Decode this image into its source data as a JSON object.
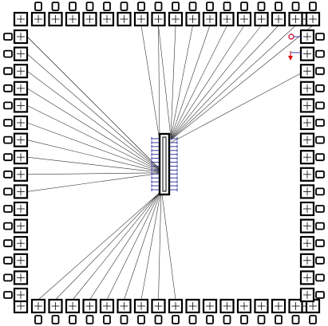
{
  "colors": {
    "background": "#ffffff",
    "pad_stroke": "#000000",
    "wire": "#333333",
    "die_pin": "#3a3aa8",
    "marker_circle": "#cc2244",
    "marker_arrow": "#e00000"
  },
  "pads": {
    "top_count": 17,
    "bottom_count": 17,
    "left_count": 16,
    "right_count": 16,
    "corner_count": 4
  },
  "die": {
    "pins_per_side": 14
  },
  "bonded_wires": 38,
  "legend": {
    "circle": "marker-circle-icon",
    "arrow": "marker-arrow-icon"
  }
}
